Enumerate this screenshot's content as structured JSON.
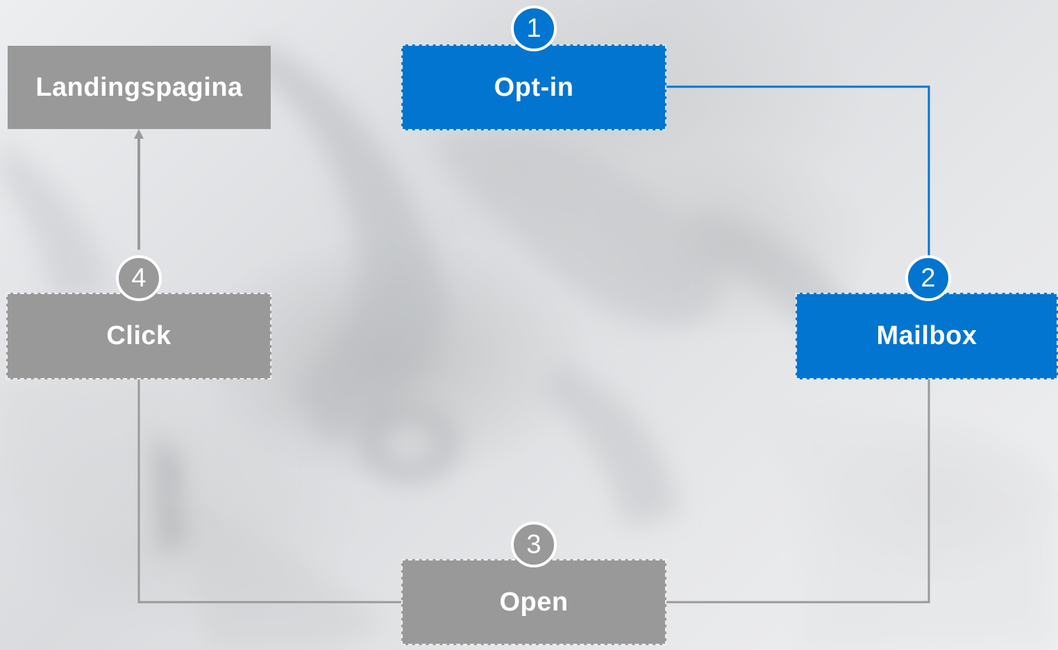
{
  "steps": [
    {
      "number": "1",
      "label": "Opt-in"
    },
    {
      "number": "2",
      "label": "Mailbox"
    },
    {
      "number": "3",
      "label": "Open"
    },
    {
      "number": "4",
      "label": "Click"
    }
  ],
  "landing_page": {
    "label": "Landingspagina"
  },
  "colors": {
    "active": "#0275d0",
    "inactive": "#999999",
    "connector_active": "#0275d0",
    "connector_inactive": "#9a9a9a"
  }
}
